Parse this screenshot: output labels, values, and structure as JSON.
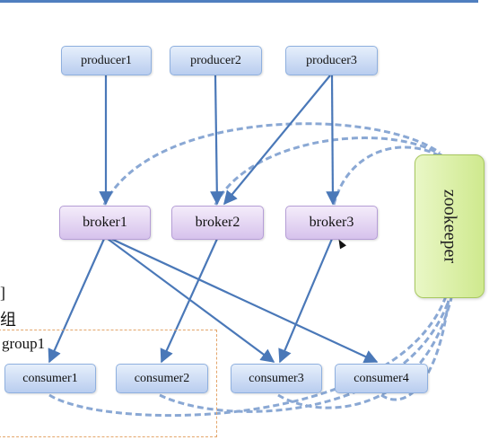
{
  "producers": [
    "producer1",
    "producer2",
    "producer3"
  ],
  "brokers": [
    "broker1",
    "broker2",
    "broker3"
  ],
  "consumers": [
    "consumer1",
    "consumer2",
    "consumer3",
    "consumer4"
  ],
  "zookeeper": "zookeeper",
  "group_label": "group1",
  "side_glyphs": [
    "]",
    "组"
  ],
  "colors": {
    "arrow": "#4a78b8",
    "dashed_link": "#8aa8d4",
    "producer_fill": "#c9daf3",
    "broker_fill": "#dfcff0",
    "zookeeper_fill": "#dcefa8",
    "group_border": "#e4a56a"
  }
}
